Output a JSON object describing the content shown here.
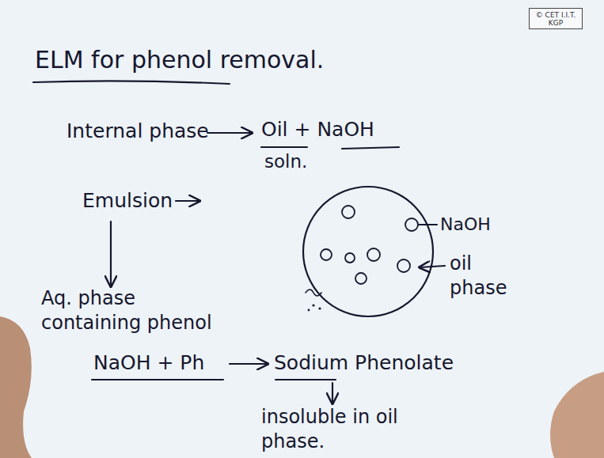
{
  "diagram": {
    "title": "ELM for phenol removal.",
    "nodes": [
      {
        "text": [
          "© CET I.I.T. KGP"
        ]
      }
    ],
    "labels": [
      "Internal phase",
      "Oil + NaOH",
      "soln.",
      "Emulsion",
      "NaOH",
      "oil phase",
      "Aq. phase containing phenol",
      "NaOH + Ph",
      "Sodium Phenolate",
      "insoluble in oil phase."
    ]
  }
}
